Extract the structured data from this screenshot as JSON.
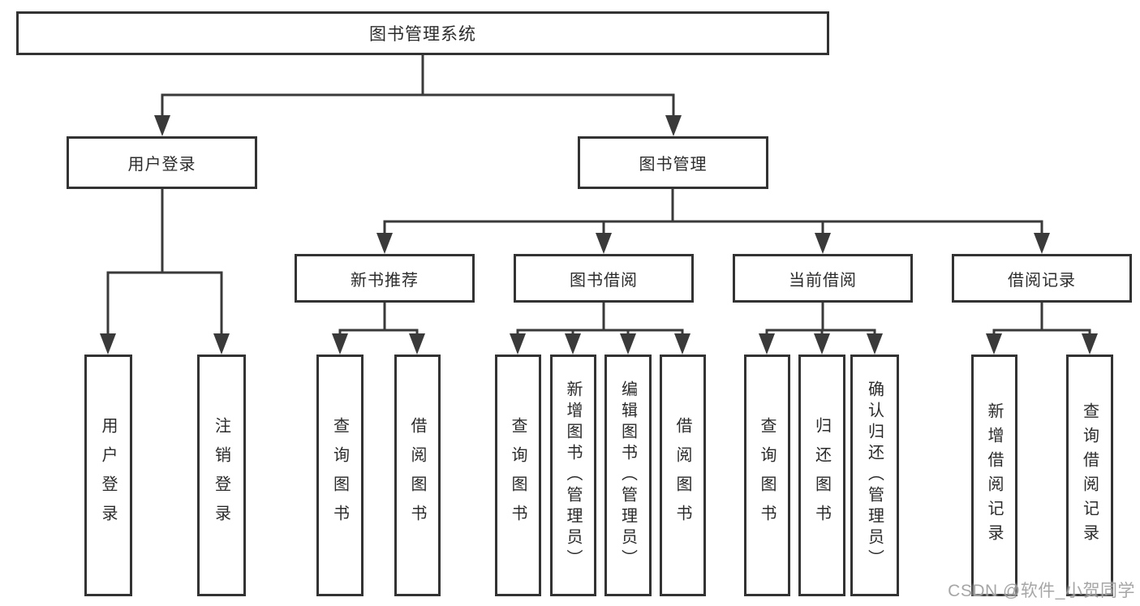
{
  "tree": {
    "root": {
      "label": "图书管理系统",
      "children": [
        {
          "label": "用户登录",
          "children": [
            {
              "label": "用户登录"
            },
            {
              "label": "注销登录"
            }
          ]
        },
        {
          "label": "图书管理",
          "children": [
            {
              "label": "新书推荐",
              "children": [
                {
                  "label": "查询图书"
                },
                {
                  "label": "借阅图书"
                }
              ]
            },
            {
              "label": "图书借阅",
              "children": [
                {
                  "label": "查询图书"
                },
                {
                  "label": "新增图书（管理员）"
                },
                {
                  "label": "编辑图书（管理员）"
                },
                {
                  "label": "借阅图书"
                }
              ]
            },
            {
              "label": "当前借阅",
              "children": [
                {
                  "label": "查询图书"
                },
                {
                  "label": "归还图书"
                },
                {
                  "label": "确认归还（管理员）"
                }
              ]
            },
            {
              "label": "借阅记录",
              "children": [
                {
                  "label": "新增借阅记录"
                },
                {
                  "label": "查询借阅记录"
                }
              ]
            }
          ]
        }
      ]
    }
  },
  "watermark": "CSDN @软件_小贺同学",
  "colors": {
    "line": "#3a3a3a",
    "border": "#333333",
    "text": "#2b2b2b",
    "watermark": "#9e9e9e"
  }
}
